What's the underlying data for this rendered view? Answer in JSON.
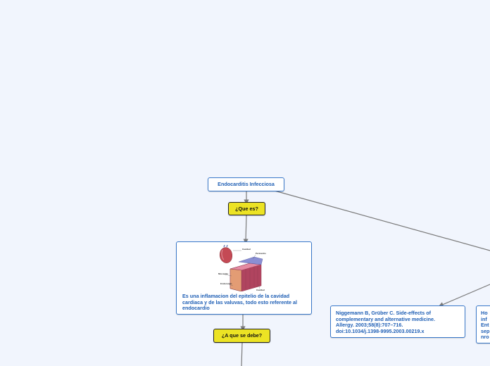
{
  "nodes": {
    "title": "Endocarditis Infecciosa",
    "que_es": "¿Que es?",
    "a_que_se_debe": "¿A que se debe?",
    "definition": "Es una inflamacion del epitelio de la cavidad cardiaca y de las valuvas, todo esto referente al endocardio",
    "reference_lines": [
      "Niggemann B, Grüber C. Side-effects of",
      "complementary and alternative medicine.",
      "Allergy. 2003;58(8):707–716.",
      "doi:10.1034/j.1398-9995.2003.00219.x"
    ],
    "cut_node_lines": [
      "Ho",
      "inf",
      "Ent",
      "sep",
      "nro"
    ]
  },
  "illustration": {
    "labels": [
      "Cavidad",
      "Pericardio",
      "Miocardio",
      "Endocardio",
      "Cavidad"
    ]
  },
  "colors": {
    "background": "#f1f5fd",
    "node_border": "#3a78c9",
    "node_text": "#1f5fb5",
    "question_fill": "#ece324",
    "connector": "#7a7a7a"
  }
}
